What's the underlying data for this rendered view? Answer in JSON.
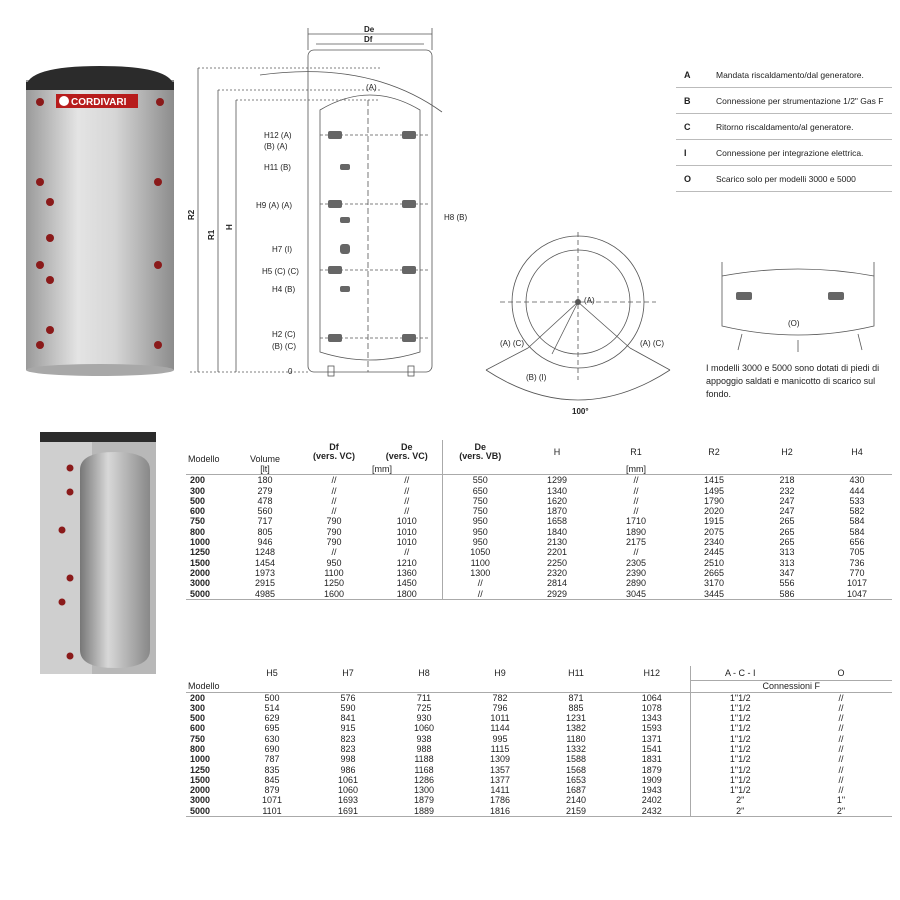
{
  "brand": {
    "name": "CORDIVARI"
  },
  "diagram_labels": {
    "De": "De",
    "Df": "Df",
    "R2": "R2",
    "R1": "R1",
    "H": "H",
    "zero": "0",
    "top_A": "(A)",
    "h12a": "H12 (A)",
    "h12b": "(B) (A)",
    "h11": "H11 (B)",
    "h9": "H9 (A) (A)",
    "h8": "H8 (B)",
    "h7": "H7 (I)",
    "h5": "H5 (C) (C)",
    "h4": "H4 (B)",
    "h2a": "H2 (C)",
    "h2b": "(B) (C)",
    "plan_center": "(A)",
    "plan_left": "(A) (C)",
    "plan_right": "(A) (C)",
    "plan_bottom": "(B) (I)",
    "angle": "100°",
    "foot_O": "(O)"
  },
  "legend": [
    {
      "code": "A",
      "text": "Mandata riscaldamento/dal generatore."
    },
    {
      "code": "B",
      "text": "Connessione per strumentazione 1/2\" Gas F"
    },
    {
      "code": "C",
      "text": "Ritorno riscaldamento/al generatore."
    },
    {
      "code": "I",
      "text": "Connessione per integrazione elettrica."
    },
    {
      "code": "O",
      "text": "Scarico solo per modelli 3000 e 5000"
    }
  ],
  "note": "I modelli 3000 e 5000 sono dotati di piedi di appoggio saldati e manicotto di scarico sul fondo.",
  "table1": {
    "headers": {
      "modello": "Modello",
      "volume": "Volume",
      "df": "Df",
      "df_sub": "(vers. VC)",
      "de": "De",
      "de_sub": "(vers. VC)",
      "de2": "De",
      "de2_sub": "(vers. VB)",
      "h": "H",
      "r1": "R1",
      "r2": "R2",
      "h2": "H2",
      "h4": "H4",
      "unit_lt": "[lt]",
      "unit_mm": "[mm]",
      "unit_mm2": "[mm]"
    },
    "rows": [
      [
        "200",
        "180",
        "//",
        "//",
        "550",
        "1299",
        "//",
        "1415",
        "218",
        "430"
      ],
      [
        "300",
        "279",
        "//",
        "//",
        "650",
        "1340",
        "//",
        "1495",
        "232",
        "444"
      ],
      [
        "500",
        "478",
        "//",
        "//",
        "750",
        "1620",
        "//",
        "1790",
        "247",
        "533"
      ],
      [
        "600",
        "560",
        "//",
        "//",
        "750",
        "1870",
        "//",
        "2020",
        "247",
        "582"
      ],
      [
        "750",
        "717",
        "790",
        "1010",
        "950",
        "1658",
        "1710",
        "1915",
        "265",
        "584"
      ],
      [
        "800",
        "805",
        "790",
        "1010",
        "950",
        "1840",
        "1890",
        "2075",
        "265",
        "584"
      ],
      [
        "1000",
        "946",
        "790",
        "1010",
        "950",
        "2130",
        "2175",
        "2340",
        "265",
        "656"
      ],
      [
        "1250",
        "1248",
        "//",
        "//",
        "1050",
        "2201",
        "//",
        "2445",
        "313",
        "705"
      ],
      [
        "1500",
        "1454",
        "950",
        "1210",
        "1100",
        "2250",
        "2305",
        "2510",
        "313",
        "736"
      ],
      [
        "2000",
        "1973",
        "1100",
        "1360",
        "1300",
        "2320",
        "2390",
        "2665",
        "347",
        "770"
      ],
      [
        "3000",
        "2915",
        "1250",
        "1450",
        "//",
        "2814",
        "2890",
        "3170",
        "556",
        "1017"
      ],
      [
        "5000",
        "4985",
        "1600",
        "1800",
        "//",
        "2929",
        "3045",
        "3445",
        "586",
        "1047"
      ]
    ]
  },
  "table2": {
    "headers": {
      "modello": "Modello",
      "h5": "H5",
      "h7": "H7",
      "h8": "H8",
      "h9": "H9",
      "h11": "H11",
      "h12": "H12",
      "aci": "A - C - I",
      "o": "O",
      "conn": "Connessioni F"
    },
    "rows": [
      [
        "200",
        "500",
        "576",
        "711",
        "782",
        "871",
        "1064",
        "1\"1/2",
        "//"
      ],
      [
        "300",
        "514",
        "590",
        "725",
        "796",
        "885",
        "1078",
        "1\"1/2",
        "//"
      ],
      [
        "500",
        "629",
        "841",
        "930",
        "1011",
        "1231",
        "1343",
        "1\"1/2",
        "//"
      ],
      [
        "600",
        "695",
        "915",
        "1060",
        "1144",
        "1382",
        "1593",
        "1\"1/2",
        "//"
      ],
      [
        "750",
        "630",
        "823",
        "938",
        "995",
        "1180",
        "1371",
        "1\"1/2",
        "//"
      ],
      [
        "800",
        "690",
        "823",
        "988",
        "1115",
        "1332",
        "1541",
        "1\"1/2",
        "//"
      ],
      [
        "1000",
        "787",
        "998",
        "1188",
        "1309",
        "1588",
        "1831",
        "1\"1/2",
        "//"
      ],
      [
        "1250",
        "835",
        "986",
        "1168",
        "1357",
        "1568",
        "1879",
        "1\"1/2",
        "//"
      ],
      [
        "1500",
        "845",
        "1061",
        "1286",
        "1377",
        "1653",
        "1909",
        "1\"1/2",
        "//"
      ],
      [
        "2000",
        "879",
        "1060",
        "1300",
        "1411",
        "1687",
        "1943",
        "1\"1/2",
        "//"
      ],
      [
        "3000",
        "1071",
        "1693",
        "1879",
        "1786",
        "2140",
        "2402",
        "2\"",
        "1\""
      ],
      [
        "5000",
        "1101",
        "1691",
        "1889",
        "1816",
        "2159",
        "2432",
        "2\"",
        "2\""
      ]
    ]
  }
}
